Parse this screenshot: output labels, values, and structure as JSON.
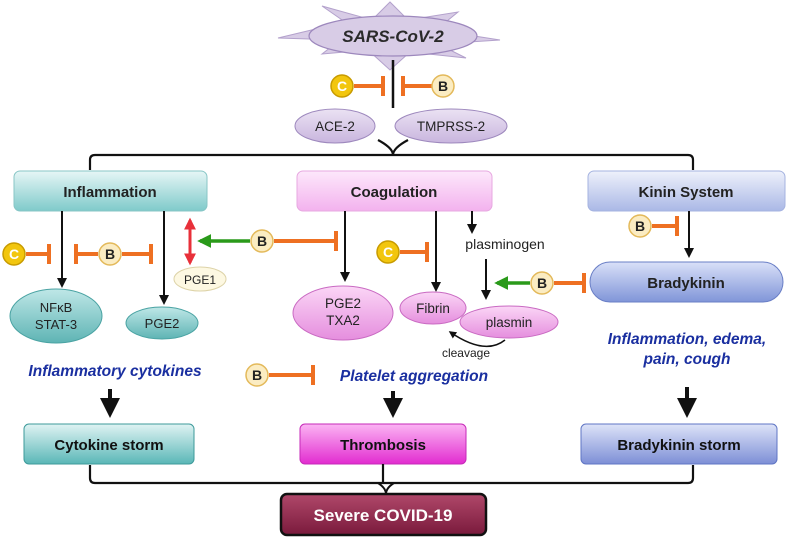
{
  "virus": {
    "label": "SARS-CoV-2"
  },
  "receptors": {
    "ace2": "ACE-2",
    "tmprss2": "TMPRSS-2"
  },
  "drug_markers": {
    "c": "C",
    "b": "B"
  },
  "pathways": {
    "inflammation": "Inflammation",
    "coagulation": "Coagulation",
    "kinin": "Kinin System"
  },
  "mediators": {
    "nfkb": "NFκB",
    "stat3": "STAT-3",
    "pge2_left": "PGE2",
    "pge1": "PGE1",
    "pge2_mid": "PGE2",
    "txa2": "TXA2",
    "plasminogen": "plasminogen",
    "fibrin": "Fibrin",
    "plasmin": "plasmin",
    "cleavage": "cleavage",
    "bradykinin": "Bradykinin"
  },
  "effects": {
    "inflammatory_cytokines": "Inflammatory cytokines",
    "platelet_aggregation": "Platelet aggregation",
    "kinin_effects_line1": "Inflammation, edema,",
    "kinin_effects_line2": "pain, cough"
  },
  "outcomes": {
    "cytokine_storm": "Cytokine storm",
    "thrombosis": "Thrombosis",
    "bradykinin_storm": "Bradykinin storm"
  },
  "final": {
    "label": "Severe COVID-19"
  },
  "colors": {
    "inhibit": "#ee7022",
    "stimulate": "#2a9a1a",
    "pge_arrow": "#e8303a",
    "effect_text": "#1a2fa0",
    "virus_fill": "#d8cce6",
    "c_fill": "#f2c60e",
    "b_fill": "#fbecc2"
  }
}
